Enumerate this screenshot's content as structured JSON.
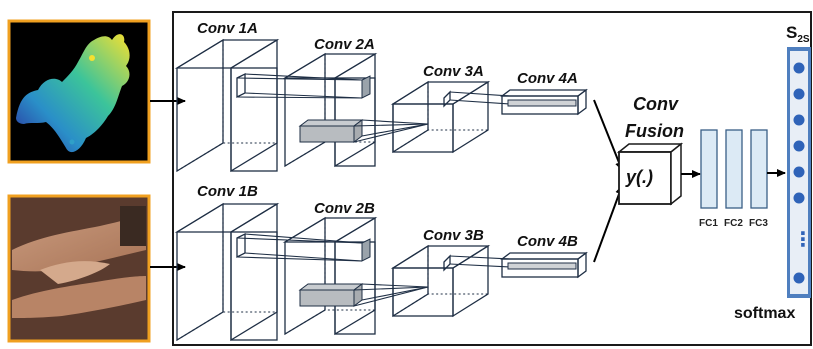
{
  "branches": {
    "top": {
      "conv1": "Conv 1A",
      "conv2": "Conv 2A",
      "conv3": "Conv 3A",
      "conv4": "Conv 4A"
    },
    "bottom": {
      "conv1": "Conv 1B",
      "conv2": "Conv 2B",
      "conv3": "Conv 3B",
      "conv4": "Conv 4B"
    }
  },
  "fusion": {
    "title_line1": "Conv",
    "title_line2": "Fusion",
    "function": "y(.)"
  },
  "fc_layers": [
    "FC1",
    "FC2",
    "FC3"
  ],
  "output": {
    "label_main": "S",
    "label_sub": "2S",
    "softmax": "softmax",
    "ellipsis": "⋮"
  },
  "colors": {
    "frame_border": "#1a1a1a",
    "image_border": "#f0a020",
    "box_stroke": "#1f2f45",
    "fc_fill": "#dceaf5",
    "output_column": "#4f7fbf",
    "output_dot": "#2f63b8"
  }
}
